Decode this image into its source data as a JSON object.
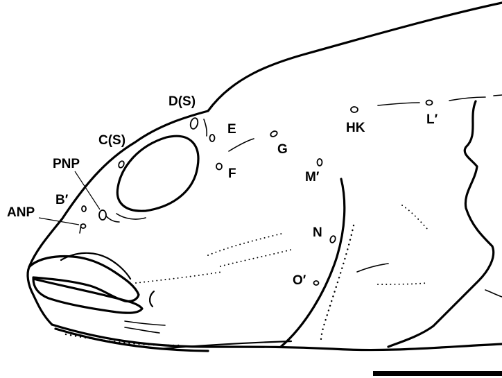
{
  "labels": {
    "ds": "D(S)",
    "e": "E",
    "cs": "C(S)",
    "g": "G",
    "hk": "HK",
    "l": "L′",
    "pnp": "PNP",
    "f": "F",
    "m": "M′",
    "b": "B′",
    "anp": "ANP",
    "n": "N",
    "o": "O′"
  }
}
